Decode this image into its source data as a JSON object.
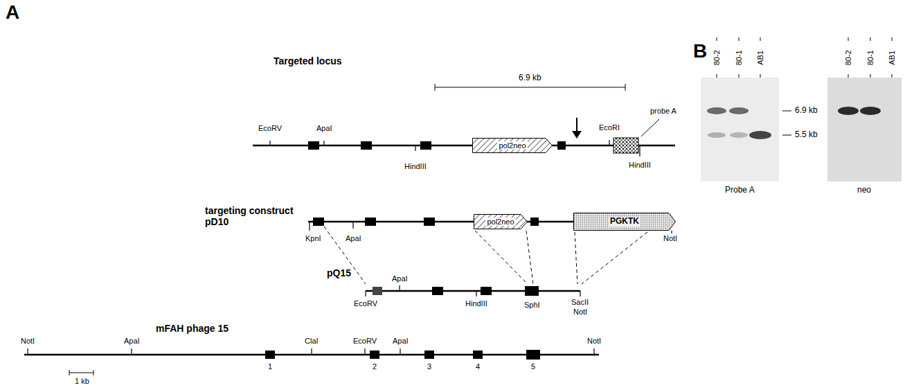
{
  "diagram": {
    "nodes": [
      {
        "text": [
          "pol2neo"
        ]
      },
      {
        "text": [
          "pol2neo"
        ]
      },
      {
        "text": [
          "PGKTK"
        ]
      }
    ],
    "labels": [
      "A",
      "Targeted locus",
      "6.9 kb",
      "EcoRV",
      "ApaI",
      "HindIII",
      "EcoRI",
      "probe A",
      "HindIII",
      "targeting construct pD10",
      "KpnI",
      "ApaI",
      "NotI",
      "pQ15",
      "EcoRV",
      "ApaI",
      "HindIII",
      "SphI",
      "SacII",
      "NotI",
      "mFAH phage 15",
      "NotI",
      "ApaI",
      "ClaI",
      "EcoRV",
      "ApaI",
      "NotI",
      "1",
      "2",
      "3",
      "4",
      "5",
      "1 kb",
      "B",
      "80-2",
      "80-1",
      "AB1",
      "80-2",
      "80-1",
      "AB1",
      "6.9 kb",
      "5.5 kb",
      "Probe A",
      "neo"
    ]
  }
}
